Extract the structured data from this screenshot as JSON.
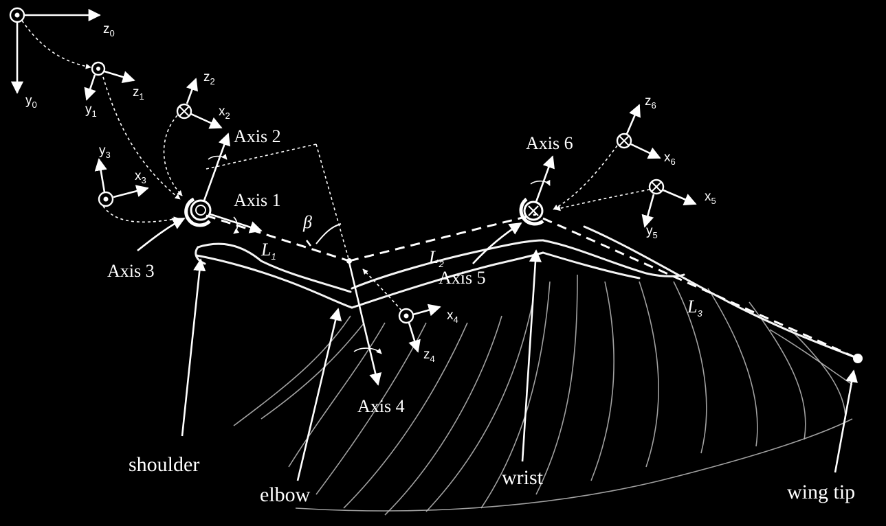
{
  "labels": {
    "axis1": "Axis 1",
    "axis2": "Axis 2",
    "axis3": "Axis 3",
    "axis4": "Axis 4",
    "axis5": "Axis 5",
    "axis6": "Axis 6",
    "shoulder": "shoulder",
    "elbow": "elbow",
    "wrist": "wrist",
    "wing_tip": "wing tip",
    "beta": "β"
  },
  "lengths": [
    {
      "letter": "L",
      "sub": "1"
    },
    {
      "letter": "L",
      "sub": "2"
    },
    {
      "letter": "L",
      "sub": "3"
    }
  ],
  "frames": [
    {
      "id": "0",
      "a": "z",
      "b": "y"
    },
    {
      "id": "1",
      "a": "z",
      "b": "y"
    },
    {
      "id": "2",
      "a": "z",
      "b": "x"
    },
    {
      "id": "3",
      "a": "y",
      "b": "x"
    },
    {
      "id": "4",
      "a": "x",
      "b": "z"
    },
    {
      "id": "5",
      "a": "x",
      "b": "y"
    },
    {
      "id": "6",
      "a": "z",
      "b": "x"
    }
  ],
  "colors": {
    "background": "#000000",
    "foreground": "#ffffff"
  }
}
